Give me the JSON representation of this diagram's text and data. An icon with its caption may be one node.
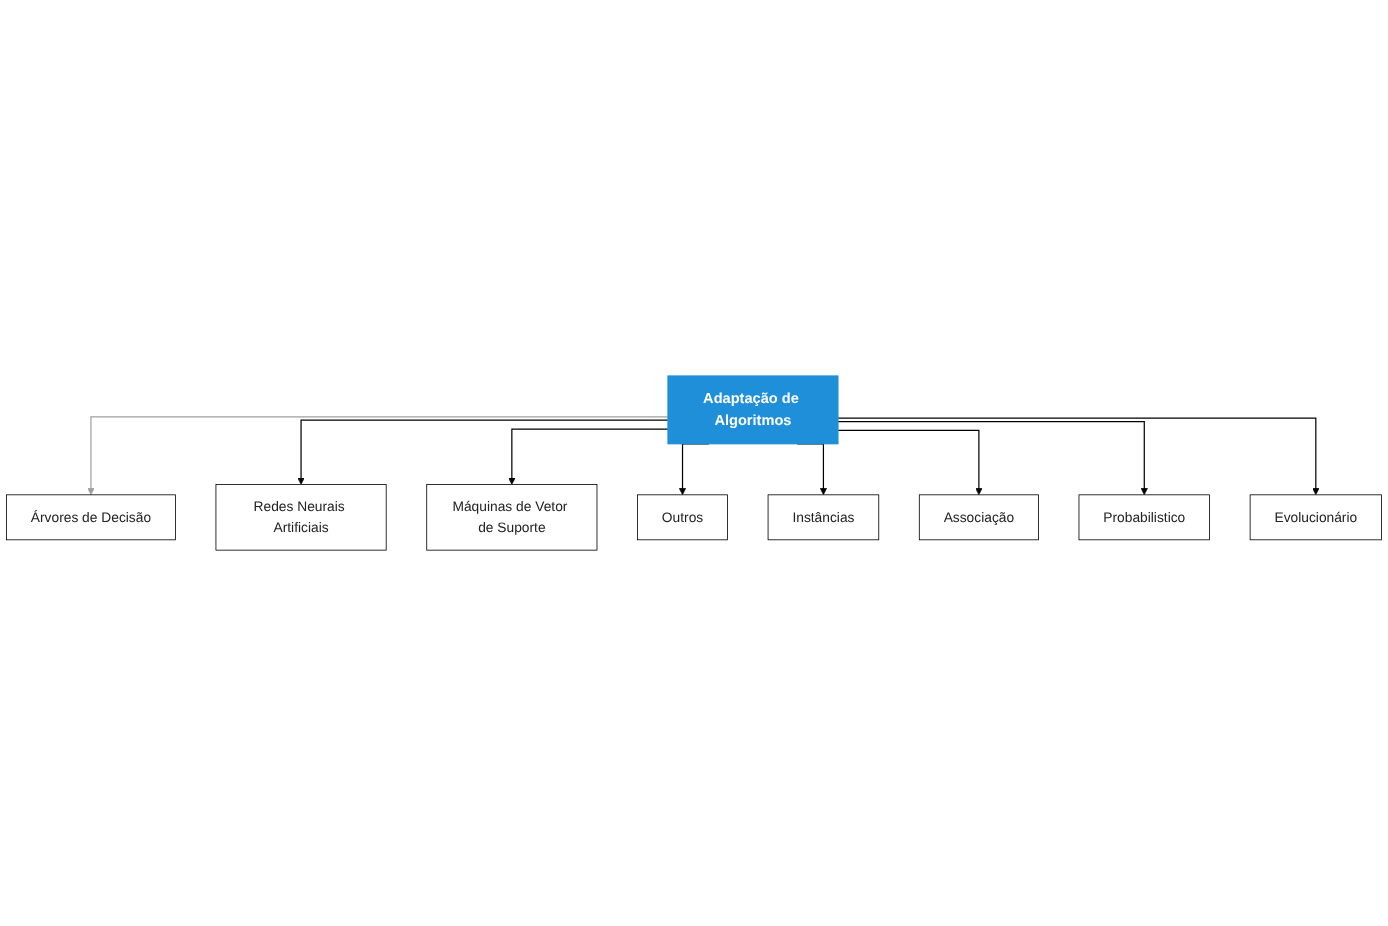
{
  "diagram": {
    "nodes": [
      {
        "text": [
          "Adaptação de Algoritmos"
        ]
      },
      {
        "text": [
          "Árvores de Decisão"
        ]
      },
      {
        "text": [
          "Redes Neurais Artificiais"
        ]
      },
      {
        "text": [
          "Máquinas de Vetor de Suporte"
        ]
      },
      {
        "text": [
          "Outros"
        ]
      },
      {
        "text": [
          "Instâncias"
        ]
      },
      {
        "text": [
          "Associação"
        ]
      },
      {
        "text": [
          "Probabilistico"
        ]
      },
      {
        "text": [
          "Evolucionário"
        ]
      }
    ],
    "edges": [
      {
        "from": 0,
        "to": 1,
        "arrow": "to",
        "color": "#9e9e9e"
      },
      {
        "from": 0,
        "to": 2,
        "arrow": "to"
      },
      {
        "from": 0,
        "to": 3,
        "arrow": "to"
      },
      {
        "from": 0,
        "to": 4,
        "arrow": "to"
      },
      {
        "from": 0,
        "to": 5,
        "arrow": "to"
      },
      {
        "from": 0,
        "to": 6,
        "arrow": "to"
      },
      {
        "from": 0,
        "to": 7,
        "arrow": "to"
      },
      {
        "from": 0,
        "to": 8,
        "arrow": "to"
      }
    ]
  }
}
